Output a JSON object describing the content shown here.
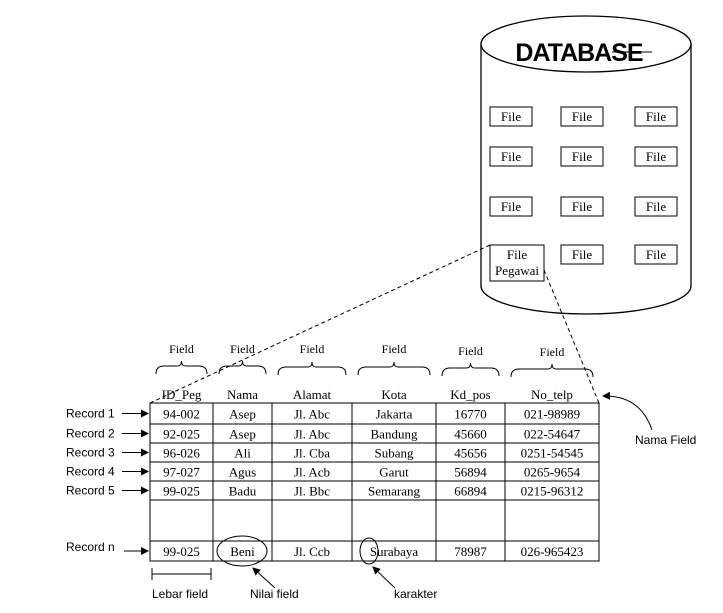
{
  "database": {
    "title": "DATABASE",
    "files": [
      [
        "File",
        "File",
        "File"
      ],
      [
        "File",
        "File",
        "File"
      ],
      [
        "File",
        "File",
        "File"
      ],
      [
        "",
        "File",
        "File"
      ]
    ],
    "special_file": [
      "File",
      "Pegawai"
    ]
  },
  "field_label": "Field",
  "table": {
    "headers": [
      "ID_Peg",
      "Nama",
      "Alamat",
      "Kota",
      "Kd_pos",
      "No_telp"
    ],
    "rows": [
      [
        "94-002",
        "Asep",
        "Jl. Abc",
        "Jakarta",
        "16770",
        "021-98989"
      ],
      [
        "92-025",
        "Asep",
        "Jl. Abc",
        "Bandung",
        "45660",
        "022-54647"
      ],
      [
        "96-026",
        "Ali",
        "Jl. Cba",
        "Subang",
        "45656",
        "0251-54545"
      ],
      [
        "97-027",
        "Agus",
        "Jl. Acb",
        "Garut",
        "56894",
        "0265-9654"
      ],
      [
        "99-025",
        "Badu",
        "Jl. Bbc",
        "Semarang",
        "66894",
        "0215-96312"
      ]
    ],
    "last_row": [
      "99-025",
      "Beni",
      "Jl. Ccb",
      "Surabaya",
      "78987",
      "026-965423"
    ]
  },
  "record_labels": [
    "Record 1",
    "Record 2",
    "Record 3",
    "Record 4",
    "Record 5"
  ],
  "record_n_label": "Record n",
  "annotations": {
    "nama_field": "Nama Field",
    "lebar_field": "Lebar field",
    "nilai_field": "Nilai field",
    "karakter": "karakter"
  }
}
